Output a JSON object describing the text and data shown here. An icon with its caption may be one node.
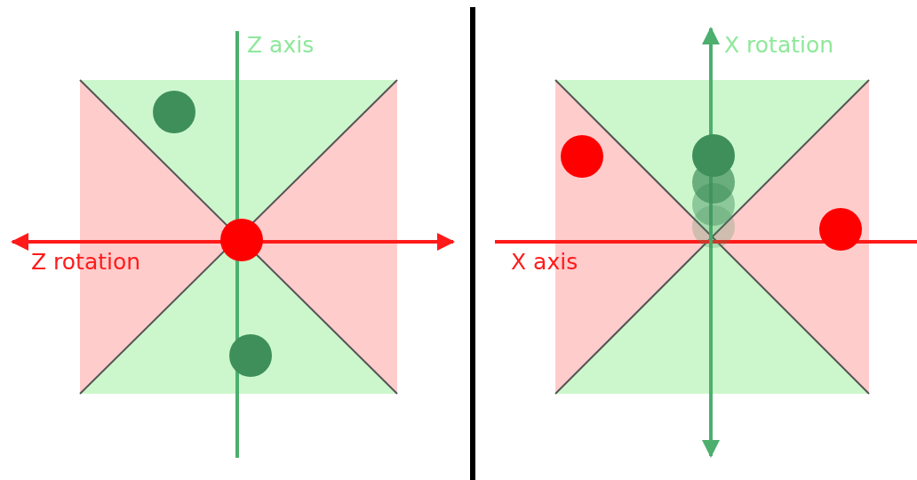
{
  "diagram": {
    "labels": [
      "Z axis",
      "Z rotation",
      "X rotation",
      "X axis"
    ]
  }
}
